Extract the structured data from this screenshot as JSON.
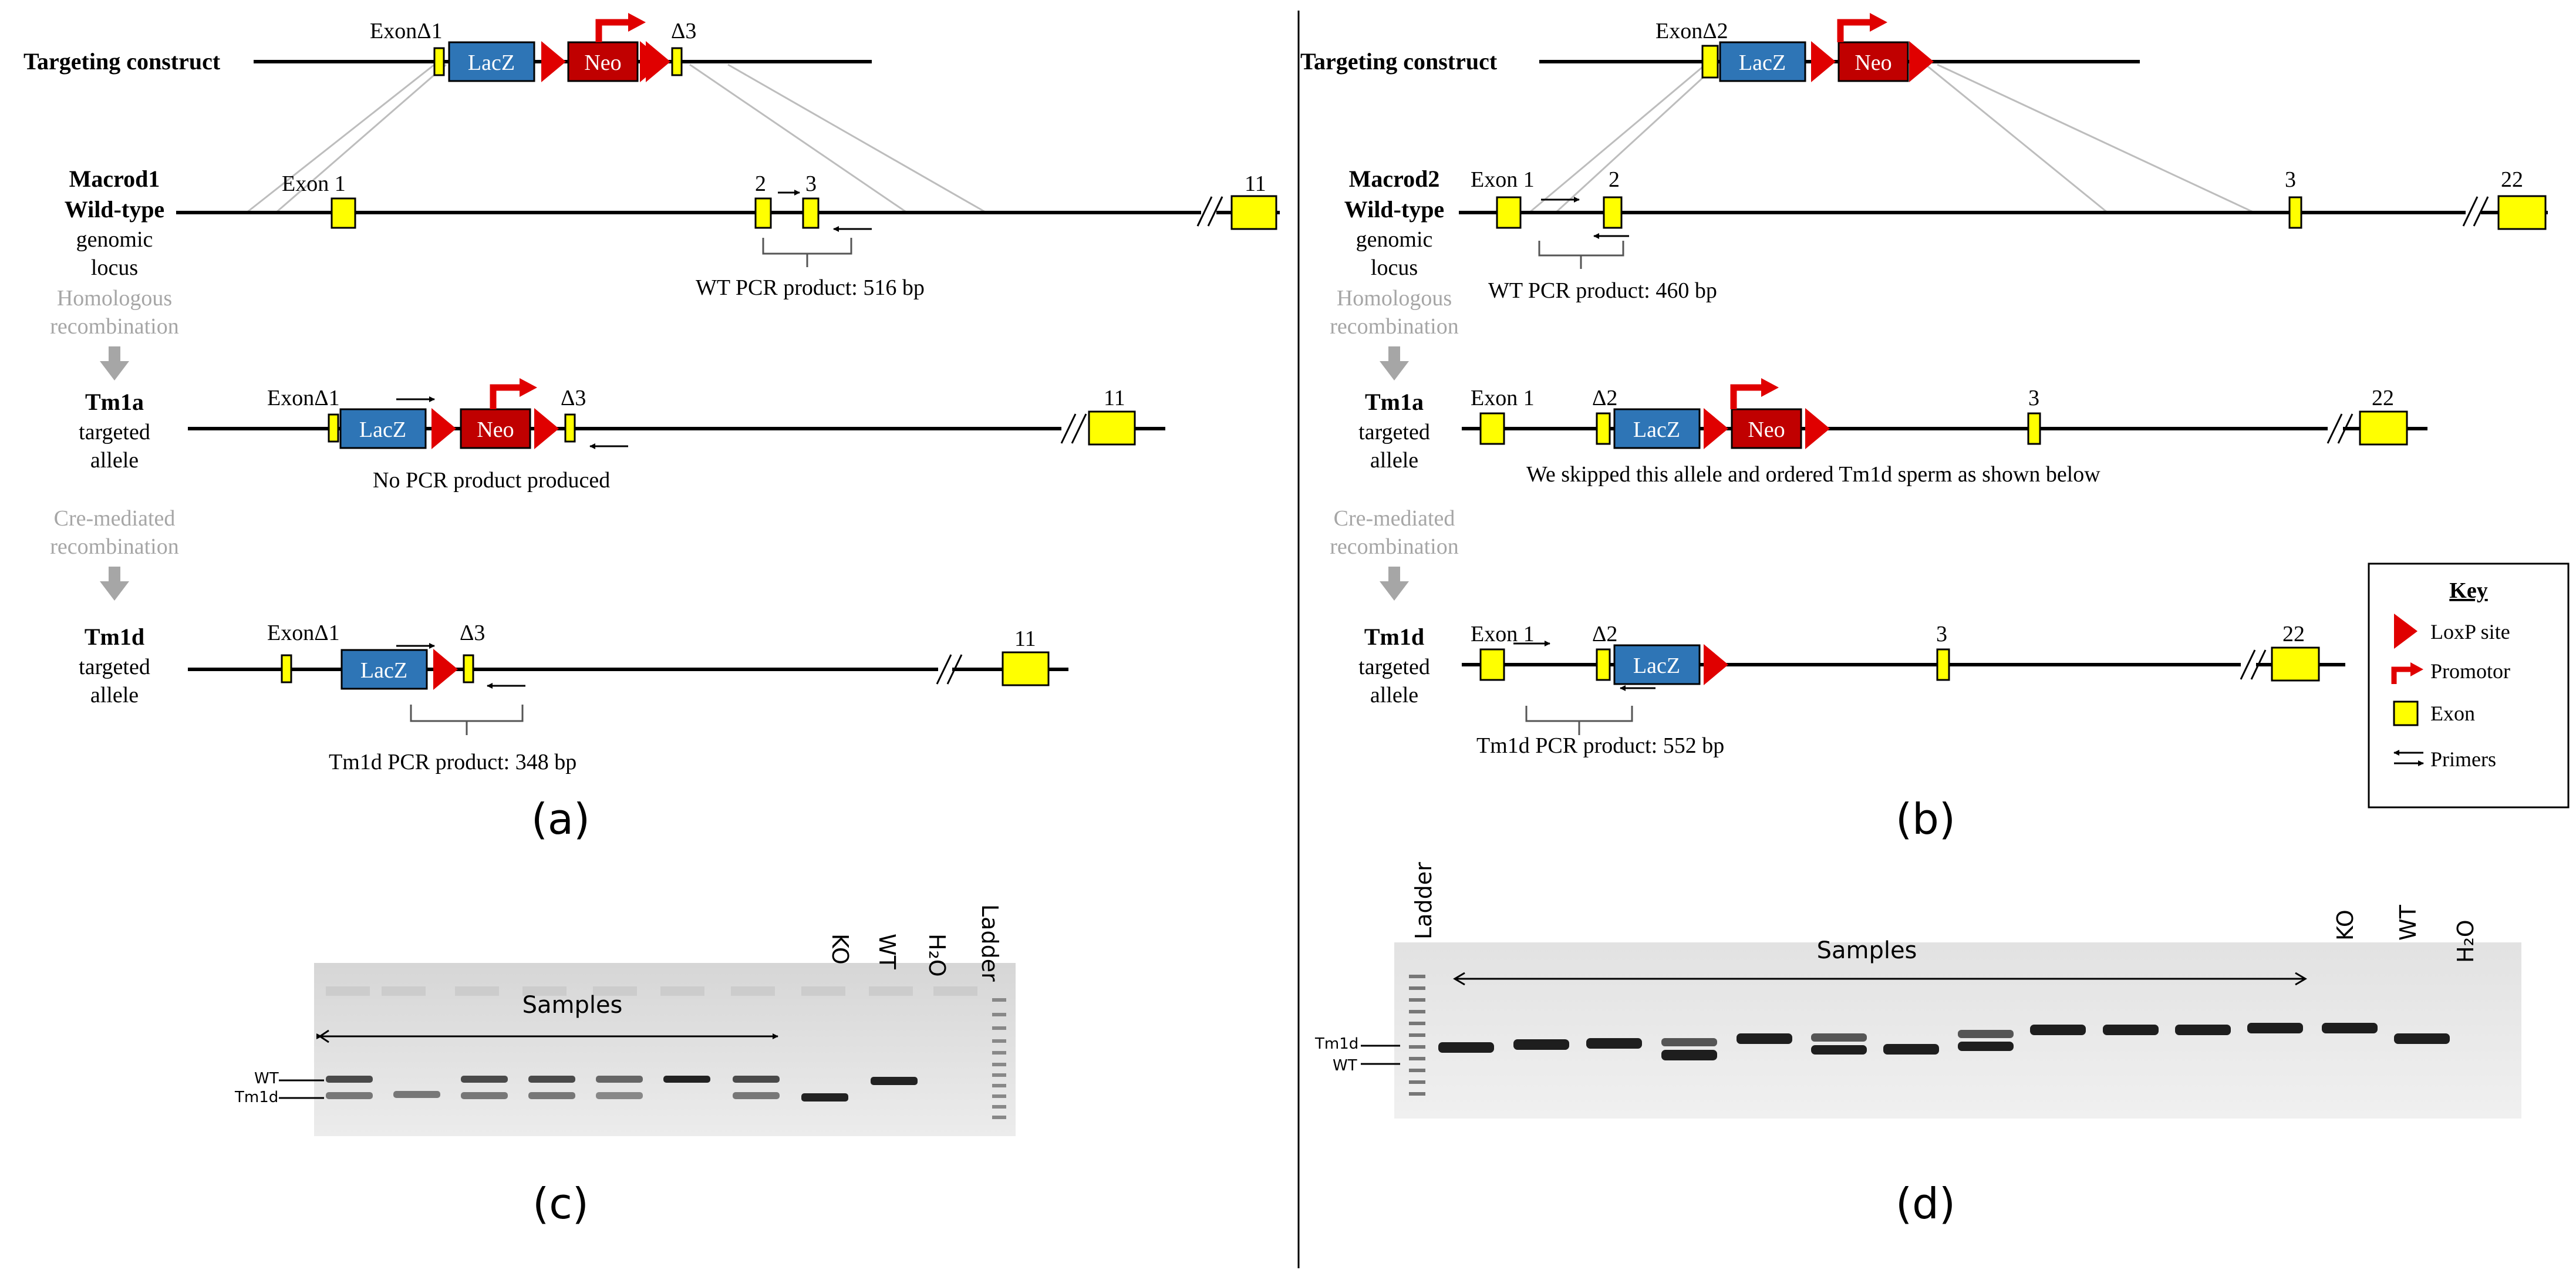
{
  "panel_a": {
    "construct_label": "Targeting construct",
    "exon_delta1": "ExonΔ1",
    "delta3": "Δ3",
    "lacz": "LacZ",
    "neo": "Neo",
    "wt_title_1": "Macrod1",
    "wt_title_2": "Wild-type",
    "wt_sub_1": "genomic",
    "wt_sub_2": "locus",
    "exon1": "Exon 1",
    "exon2": "2",
    "exon3": "3",
    "exon11": "11",
    "wt_pcr": "WT PCR product: 516 bp",
    "hr_1": "Homologous",
    "hr_2": "recombination",
    "tm1a": "Tm1a",
    "targeted": "targeted",
    "allele": "allele",
    "no_pcr": "No PCR product produced",
    "cre_1": "Cre-mediated",
    "cre_2": "recombination",
    "tm1d": "Tm1d",
    "tm1d_pcr": "Tm1d PCR product: 348 bp",
    "label": "(a)"
  },
  "panel_b": {
    "construct_label": "Targeting construct",
    "exon_delta2": "ExonΔ2",
    "delta2": "Δ2",
    "lacz": "LacZ",
    "neo": "Neo",
    "wt_title_1": "Macrod2",
    "wt_title_2": "Wild-type",
    "wt_sub_1": "genomic",
    "wt_sub_2": "locus",
    "exon1": "Exon 1",
    "exon2": "2",
    "exon3": "3",
    "exon22": "22",
    "wt_pcr": "WT PCR product: 460 bp",
    "hr_1": "Homologous",
    "hr_2": "recombination",
    "tm1a": "Tm1a",
    "targeted": "targeted",
    "allele": "allele",
    "skipped": "We skipped this allele and ordered Tm1d sperm as shown below",
    "cre_1": "Cre-mediated",
    "cre_2": "recombination",
    "tm1d": "Tm1d",
    "tm1d_pcr": "Tm1d PCR product: 552 bp",
    "label": "(b)"
  },
  "key": {
    "title": "Key",
    "loxp": "LoxP site",
    "promotor": "Promotor",
    "exon": "Exon",
    "primers": "Primers"
  },
  "panel_c": {
    "samples": "Samples",
    "lane_ko": "KO",
    "lane_wt": "WT",
    "lane_h2o": "H₂O",
    "lane_ladder": "Ladder",
    "band_wt": "WT",
    "band_tm1d": "Tm1d",
    "label": "(c)"
  },
  "panel_d": {
    "lane_ladder": "Ladder",
    "samples": "Samples",
    "lane_ko": "KO",
    "lane_wt": "WT",
    "lane_h2o": "H₂O",
    "band_tm1d": "Tm1d",
    "band_wt": "WT",
    "label": "(d)"
  },
  "colors": {
    "exon": "#ffff00",
    "lacz": "#2e75b6",
    "neo": "#c00000",
    "loxp": "#e00000",
    "gray_text": "#a6a6a6",
    "gel_bg": "#e9e9e9",
    "band": "#333333"
  }
}
